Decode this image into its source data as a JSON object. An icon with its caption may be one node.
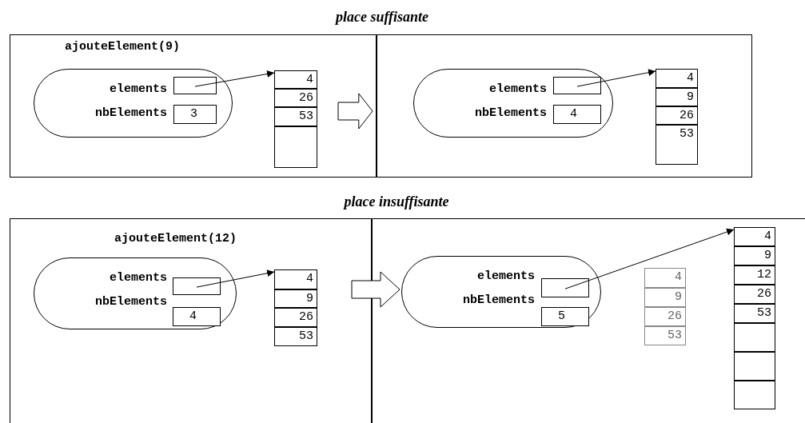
{
  "diagram": {
    "nodes": [
      {
        "text": [
          "ajouteElement(9)"
        ]
      },
      {
        "text": [
          "elements",
          "nbElements"
        ],
        "in": 0
      },
      {
        "text": [],
        "shape": "box",
        "in": 1
      },
      {
        "text": [
          "3"
        ],
        "in": 1
      },
      {
        "text": [
          "4"
        ],
        "in": 0
      },
      {
        "text": [
          "26"
        ],
        "in": 0
      },
      {
        "text": [
          "53"
        ],
        "in": 0
      },
      {
        "text": [],
        "shape": "box",
        "in": 0
      },
      {
        "text": [],
        "shape": "box"
      },
      {
        "text": [
          "elements",
          "nbElements"
        ],
        "in": 8
      },
      {
        "text": [],
        "shape": "box",
        "in": 9
      },
      {
        "text": [
          "4"
        ],
        "in": 9
      },
      {
        "text": [
          "4"
        ],
        "in": 8
      },
      {
        "text": [
          "9"
        ],
        "in": 8
      },
      {
        "text": [
          "26"
        ],
        "in": 8
      },
      {
        "text": [
          "53"
        ],
        "in": 8
      },
      {
        "text": [
          "ajouteElement(12)"
        ]
      },
      {
        "text": [
          "elements",
          "nbElements"
        ],
        "in": 16
      },
      {
        "text": [],
        "shape": "box",
        "in": 17
      },
      {
        "text": [
          "4"
        ],
        "in": 17
      },
      {
        "text": [
          "4"
        ],
        "in": 16
      },
      {
        "text": [
          "9"
        ],
        "in": 16
      },
      {
        "text": [
          "26"
        ],
        "in": 16
      },
      {
        "text": [
          "53"
        ],
        "in": 16
      },
      {
        "text": [],
        "shape": "box"
      },
      {
        "text": [
          "elements",
          "nbElements"
        ],
        "in": 24
      },
      {
        "text": [],
        "shape": "box",
        "in": 25
      },
      {
        "text": [
          "5"
        ],
        "in": 25
      },
      {
        "text": [
          "4"
        ],
        "in": 24
      },
      {
        "text": [
          "9"
        ],
        "in": 24
      },
      {
        "text": [
          "26"
        ],
        "in": 24
      },
      {
        "text": [
          "53"
        ],
        "in": 24
      },
      {
        "text": [
          "4"
        ],
        "in": 24
      },
      {
        "text": [
          "9"
        ],
        "in": 24
      },
      {
        "text": [
          "12"
        ],
        "in": 24
      },
      {
        "text": [
          "26"
        ],
        "in": 24
      },
      {
        "text": [
          "53"
        ],
        "in": 24
      },
      {
        "text": [],
        "shape": "box",
        "in": 24
      },
      {
        "text": [],
        "shape": "box",
        "in": 24
      },
      {
        "text": [],
        "shape": "box",
        "in": 24
      }
    ],
    "edges": [
      {
        "from": 0,
        "to": 8,
        "arrow": "to"
      },
      {
        "from": 2,
        "to": 4,
        "arrow": "to"
      },
      {
        "from": 10,
        "to": 12,
        "arrow": "to"
      },
      {
        "from": 16,
        "to": 24,
        "arrow": "to"
      },
      {
        "from": 18,
        "to": 20,
        "arrow": "to"
      },
      {
        "from": 26,
        "to": 32,
        "arrow": "to"
      }
    ],
    "labels": [
      "place suffisante",
      "place insuffisante"
    ]
  }
}
